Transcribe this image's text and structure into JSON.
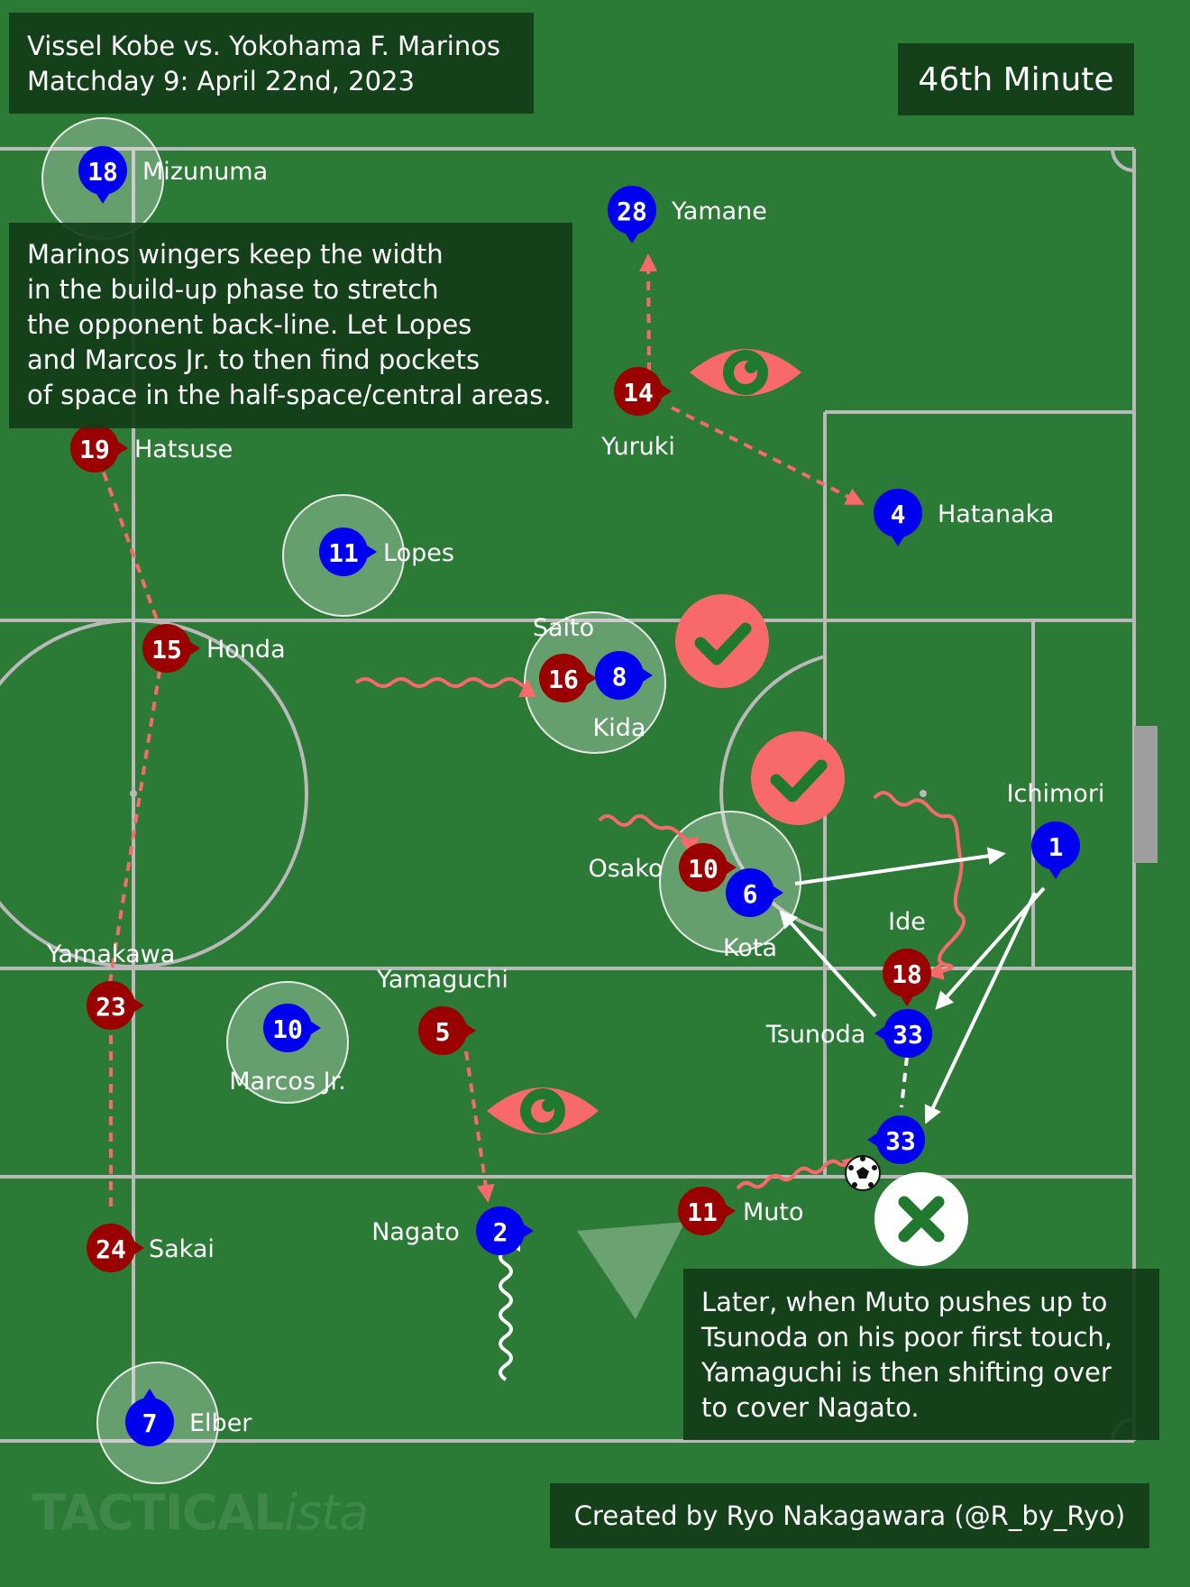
{
  "header": {
    "match_line1": "Vissel Kobe vs. Yokohama F. Marinos",
    "match_line2": "Matchday 9: April 22nd, 2023",
    "minute": "46th Minute"
  },
  "annotations": {
    "top_note": "Marinos wingers keep the width\nin the build-up phase to stretch\nthe opponent back-line. Let Lopes\nand Marcos Jr. to then find pockets\nof space in the half-space/central areas.",
    "bottom_note": "Later, when Muto pushes up to\nTsunoda on his poor first touch,\nYamaguchi is  then shifting over\nto cover Nagato."
  },
  "credit": "Created by Ryo Nakagawara (@R_by_Ryo)",
  "watermark": {
    "main": "TACTICAL",
    "italic": "ista"
  },
  "colors": {
    "pitch": "#2b7a36",
    "lines": "#b9b9b9",
    "kobe": "#9b0000",
    "marinos": "#0000ee",
    "pressing_arrow": "#f86a6a",
    "pass_arrow": "#ffffff",
    "highlight_ring": "rgba(255,255,255,0.28)"
  },
  "players": {
    "kobe": [
      {
        "number": "14",
        "name": "Yuruki"
      },
      {
        "number": "19",
        "name": "Hatsuse"
      },
      {
        "number": "15",
        "name": "Honda"
      },
      {
        "number": "16",
        "name": "Saito"
      },
      {
        "number": "10",
        "name": "Osako"
      },
      {
        "number": "18",
        "name": "Ide"
      },
      {
        "number": "23",
        "name": "Yamakawa"
      },
      {
        "number": "5",
        "name": "Yamaguchi"
      },
      {
        "number": "11",
        "name": "Muto"
      },
      {
        "number": "24",
        "name": "Sakai"
      }
    ],
    "marinos": [
      {
        "number": "18",
        "name": "Mizunuma"
      },
      {
        "number": "28",
        "name": "Yamane"
      },
      {
        "number": "4",
        "name": "Hatanaka"
      },
      {
        "number": "11",
        "name": "Lopes"
      },
      {
        "number": "8",
        "name": "Kida"
      },
      {
        "number": "6",
        "name": "Kota"
      },
      {
        "number": "1",
        "name": "Ichimori"
      },
      {
        "number": "33",
        "name": "Tsunoda"
      },
      {
        "number": "33",
        "name": ""
      },
      {
        "number": "10",
        "name": "Marcos Jr."
      },
      {
        "number": "2",
        "name": "Nagato"
      },
      {
        "number": "7",
        "name": "Elber"
      }
    ]
  },
  "icons": {
    "eye": "eye-icon",
    "check": "checkmark-icon",
    "cross": "cross-icon",
    "ball": "soccer-ball-icon",
    "triangle": "triangle-marker-icon"
  }
}
